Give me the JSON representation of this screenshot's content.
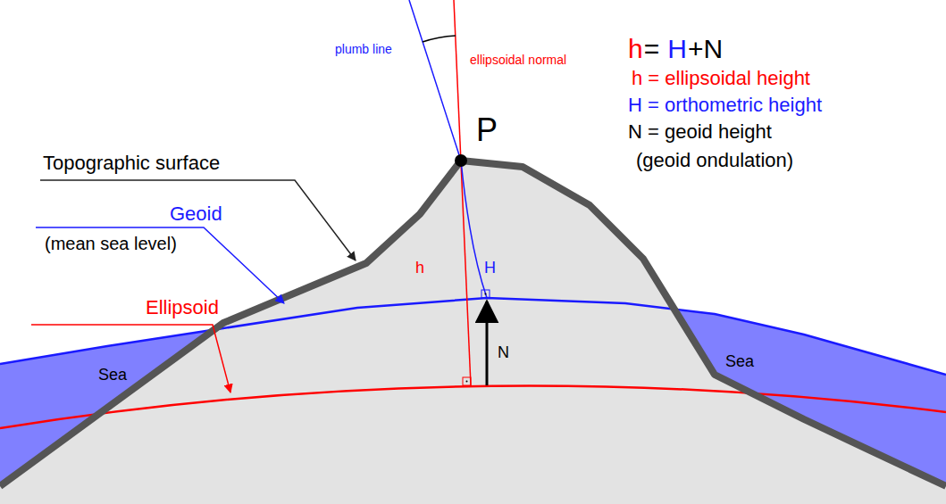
{
  "diagram": {
    "labels": [
      "plumb line",
      "ellipsoidal normal",
      "P",
      "h",
      "=",
      "H",
      "+N",
      "h = ellipsoidal height",
      "H = orthometric height",
      "N = geoid height",
      "(geoid ondulation)",
      "Topographic surface",
      "Geoid",
      "(mean sea level)",
      "Ellipsoid",
      "Sea",
      "Sea",
      "h",
      "H",
      "N"
    ]
  }
}
